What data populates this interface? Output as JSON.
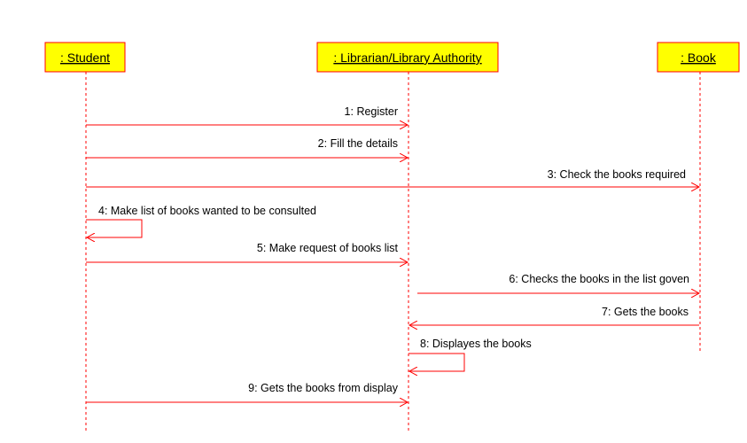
{
  "colors": {
    "box_fill": "#ffff00",
    "line": "#ff0000",
    "text": "#000000"
  },
  "lifelines": [
    {
      "id": "student",
      "label": ": Student"
    },
    {
      "id": "librarian",
      "label": ": Librarian/Library Authority"
    },
    {
      "id": "book",
      "label": ": Book"
    }
  ],
  "messages": [
    {
      "from": "student",
      "to": "librarian",
      "label": "1: Register"
    },
    {
      "from": "student",
      "to": "librarian",
      "label": "2: Fill the details"
    },
    {
      "from": "student",
      "to": "book",
      "label": "3: Check the books required"
    },
    {
      "from": "student",
      "to": "student",
      "label": "4: Make list of books wanted to be consulted"
    },
    {
      "from": "student",
      "to": "librarian",
      "label": "5: Make request of books list"
    },
    {
      "from": "librarian",
      "to": "book",
      "label": "6: Checks the books in the list goven"
    },
    {
      "from": "book",
      "to": "librarian",
      "label": "7: Gets the books"
    },
    {
      "from": "librarian",
      "to": "librarian",
      "label": "8: Displayes the books"
    },
    {
      "from": "student",
      "to": "librarian",
      "label": "9: Gets the books from display"
    }
  ]
}
